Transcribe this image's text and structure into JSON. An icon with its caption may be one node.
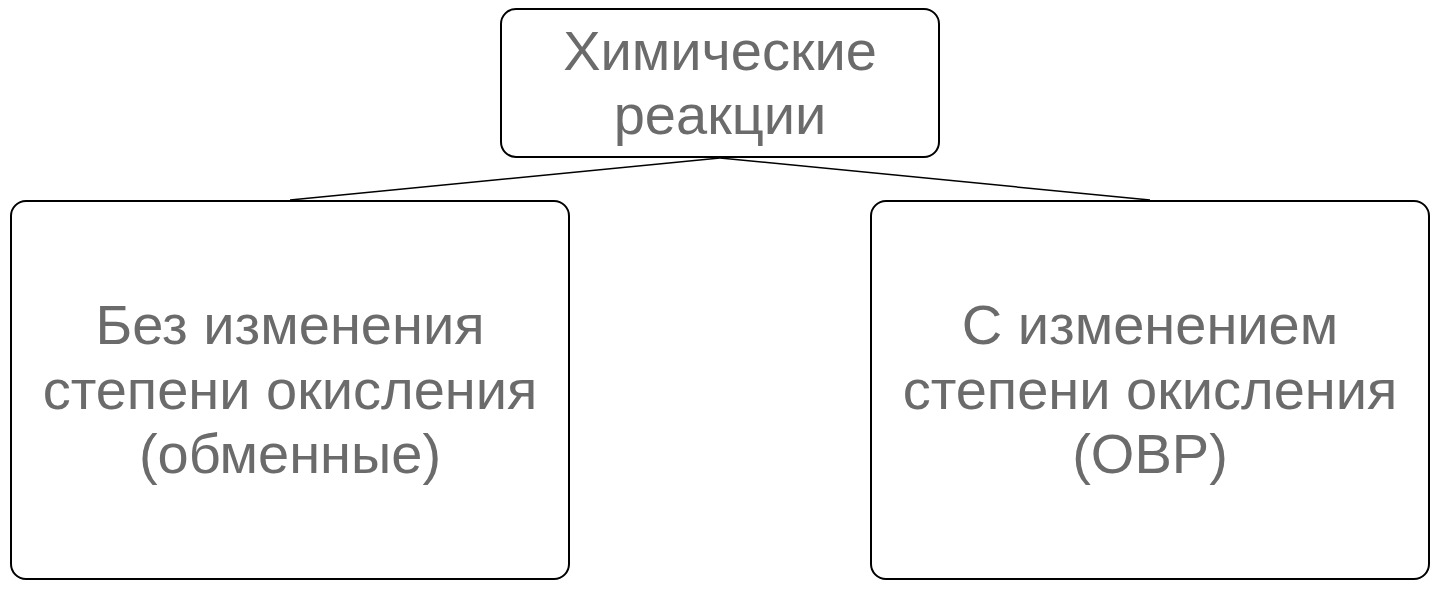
{
  "diagram": {
    "nodes": [
      {
        "text": [
          "Химические реакции"
        ]
      },
      {
        "text": [
          "Без изменения степени окисления (обменные)"
        ]
      },
      {
        "text": [
          "С изменением степени окисления (ОВР)"
        ]
      }
    ],
    "edges": [
      {
        "from": 0,
        "to": 1,
        "arrow": "none"
      },
      {
        "from": 0,
        "to": 2,
        "arrow": "none"
      }
    ]
  }
}
